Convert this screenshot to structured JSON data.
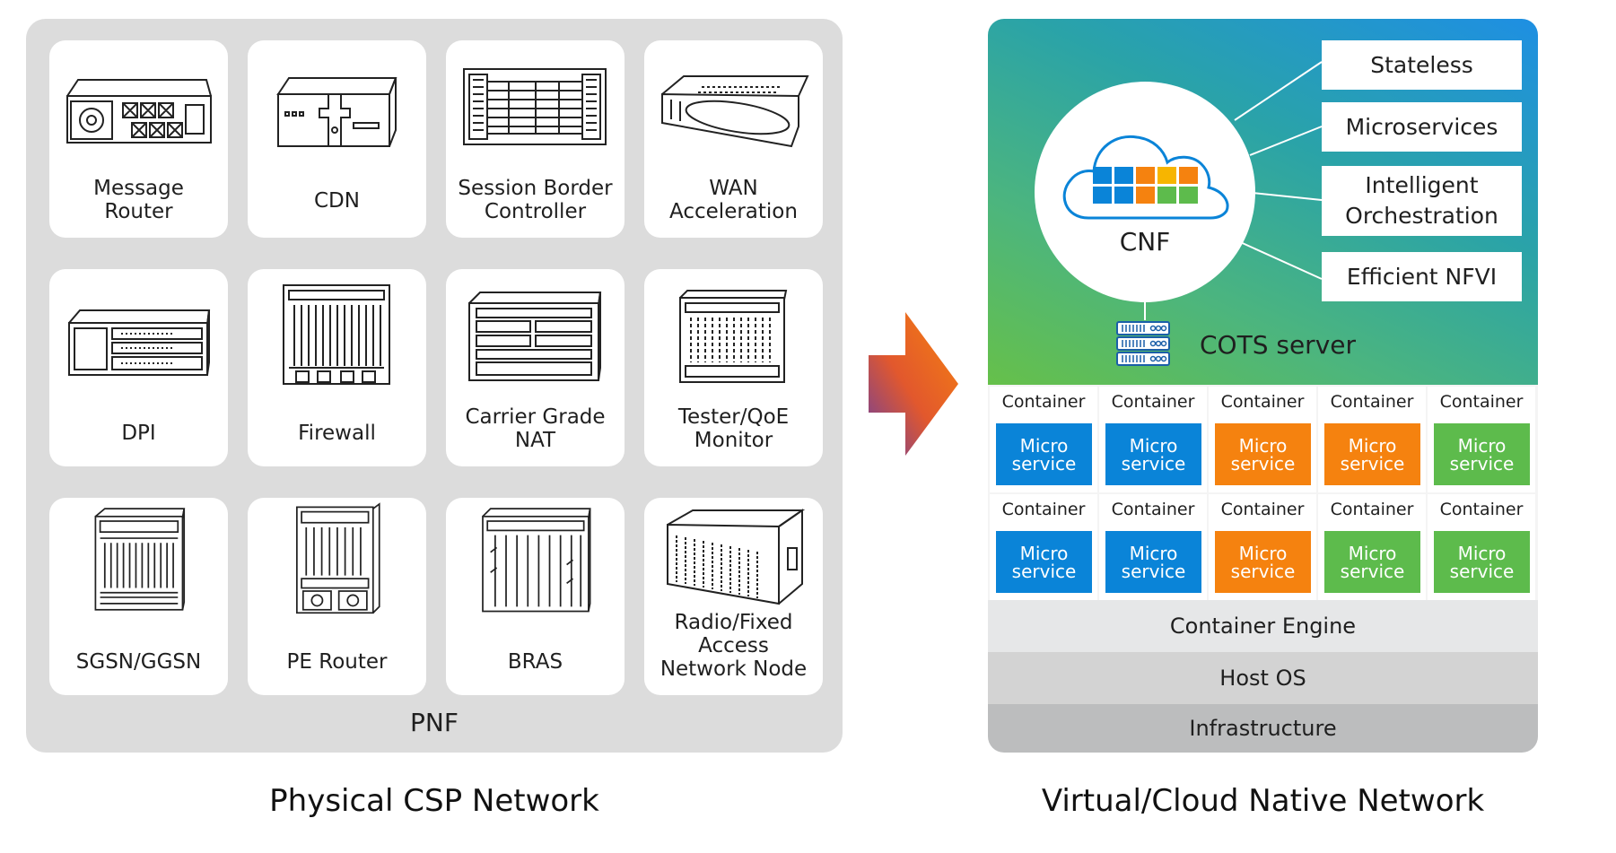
{
  "colors": {
    "micro_blue": "#0a84d8",
    "micro_orange": "#f5820f",
    "micro_green": "#5dbb4c",
    "container_engine_bg": "#e6e7e8",
    "host_os_bg": "#d3d3d3",
    "infrastructure_bg": "#bcbdbe",
    "arrow_start": "#6a3fa0",
    "arrow_end": "#f5820f"
  },
  "pnf": {
    "label": "PNF",
    "caption": "Physical CSP Network",
    "devices": [
      {
        "label": "Message\nRouter",
        "icon": "message-router-icon"
      },
      {
        "label": "CDN",
        "icon": "cdn-icon"
      },
      {
        "label": "Session Border\nController",
        "icon": "session-border-controller-icon"
      },
      {
        "label": "WAN\nAcceleration",
        "icon": "wan-acceleration-icon"
      },
      {
        "label": "DPI",
        "icon": "dpi-icon"
      },
      {
        "label": "Firewall",
        "icon": "firewall-icon"
      },
      {
        "label": "Carrier Grade\nNAT",
        "icon": "carrier-grade-nat-icon"
      },
      {
        "label": "Tester/QoE\nMonitor",
        "icon": "tester-qoe-monitor-icon"
      },
      {
        "label": "SGSN/GGSN",
        "icon": "sgsn-ggsn-icon"
      },
      {
        "label": "PE Router",
        "icon": "pe-router-icon"
      },
      {
        "label": "BRAS",
        "icon": "bras-icon"
      },
      {
        "label": "Radio/Fixed\nAccess\nNetwork Node",
        "icon": "radio-fixed-access-node-icon"
      }
    ]
  },
  "cnf": {
    "title": "CNF",
    "caption": "Virtual/Cloud Native Network",
    "features": [
      "Stateless",
      "Microservices",
      "Intelligent\nOrchestration",
      "Efficient NFVI"
    ],
    "server_label": "COTS server",
    "cloud_tile_colors": [
      "#0a84d8",
      "#0a84d8",
      "#f5820f",
      "#f7b500",
      "#f5820f",
      "#0a84d8",
      "#0a84d8",
      "#f5820f",
      "#5dbb4c",
      "#5dbb4c"
    ],
    "container_rows": [
      [
        {
          "container_label": "Container",
          "micro_label": "Micro\nservice",
          "color": "micro_blue"
        },
        {
          "container_label": "Container",
          "micro_label": "Micro\nservice",
          "color": "micro_blue"
        },
        {
          "container_label": "Container",
          "micro_label": "Micro\nservice",
          "color": "micro_orange"
        },
        {
          "container_label": "Container",
          "micro_label": "Micro\nservice",
          "color": "micro_orange"
        },
        {
          "container_label": "Container",
          "micro_label": "Micro\nservice",
          "color": "micro_green"
        }
      ],
      [
        {
          "container_label": "Container",
          "micro_label": "Micro\nservice",
          "color": "micro_blue"
        },
        {
          "container_label": "Container",
          "micro_label": "Micro\nservice",
          "color": "micro_blue"
        },
        {
          "container_label": "Container",
          "micro_label": "Micro\nservice",
          "color": "micro_orange"
        },
        {
          "container_label": "Container",
          "micro_label": "Micro\nservice",
          "color": "micro_green"
        },
        {
          "container_label": "Container",
          "micro_label": "Micro\nservice",
          "color": "micro_green"
        }
      ]
    ],
    "layers": [
      "Container Engine",
      "Host OS",
      "Infrastructure"
    ]
  }
}
